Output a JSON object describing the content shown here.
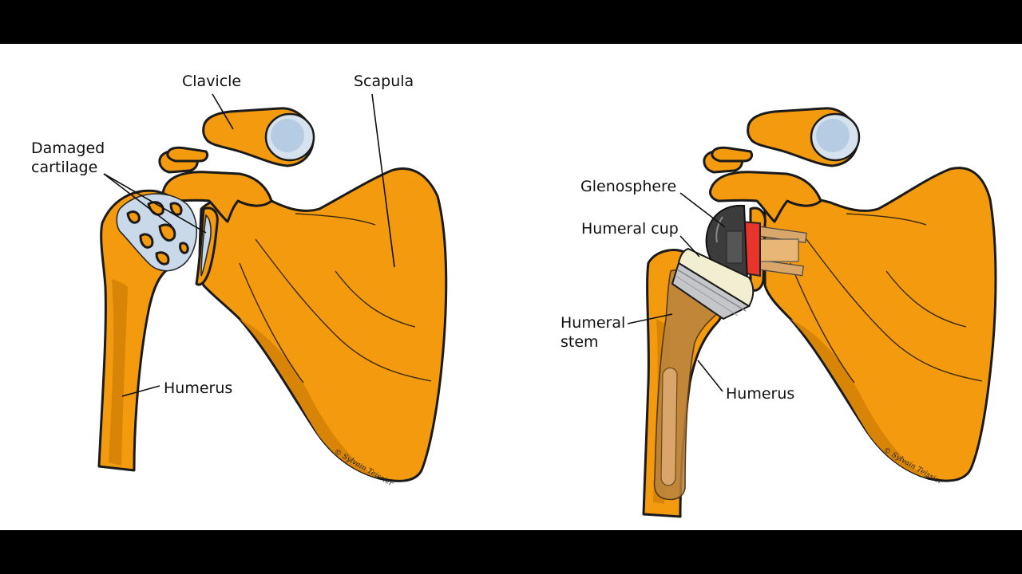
{
  "colors": {
    "bone": "#F39A0E",
    "bone_shadow": "#D88407",
    "cartilage": "#C9D9EA",
    "outline": "#1a1a1a",
    "glenosphere": "#3a3a3a",
    "baseplate": "#E8352B",
    "humeral_cup": "#F2EED2",
    "metal": "#BFC3C6",
    "stem": "#C78A45",
    "background": "#FFFFFF",
    "letterbox": "#000000"
  },
  "left_figure": {
    "labels": {
      "clavicle": "Clavicle",
      "scapula": "Scapula",
      "damaged_cartilage_line1": "Damaged",
      "damaged_cartilage_line2": "cartilage",
      "humerus": "Humerus"
    },
    "signature": "© Sylvain Teissier"
  },
  "right_figure": {
    "labels": {
      "glenosphere": "Glenosphere",
      "humeral_cup": "Humeral cup",
      "humeral_stem_line1": "Humeral",
      "humeral_stem_line2": "stem",
      "humerus": "Humerus"
    },
    "signature": "© Sylvain Teissier"
  }
}
